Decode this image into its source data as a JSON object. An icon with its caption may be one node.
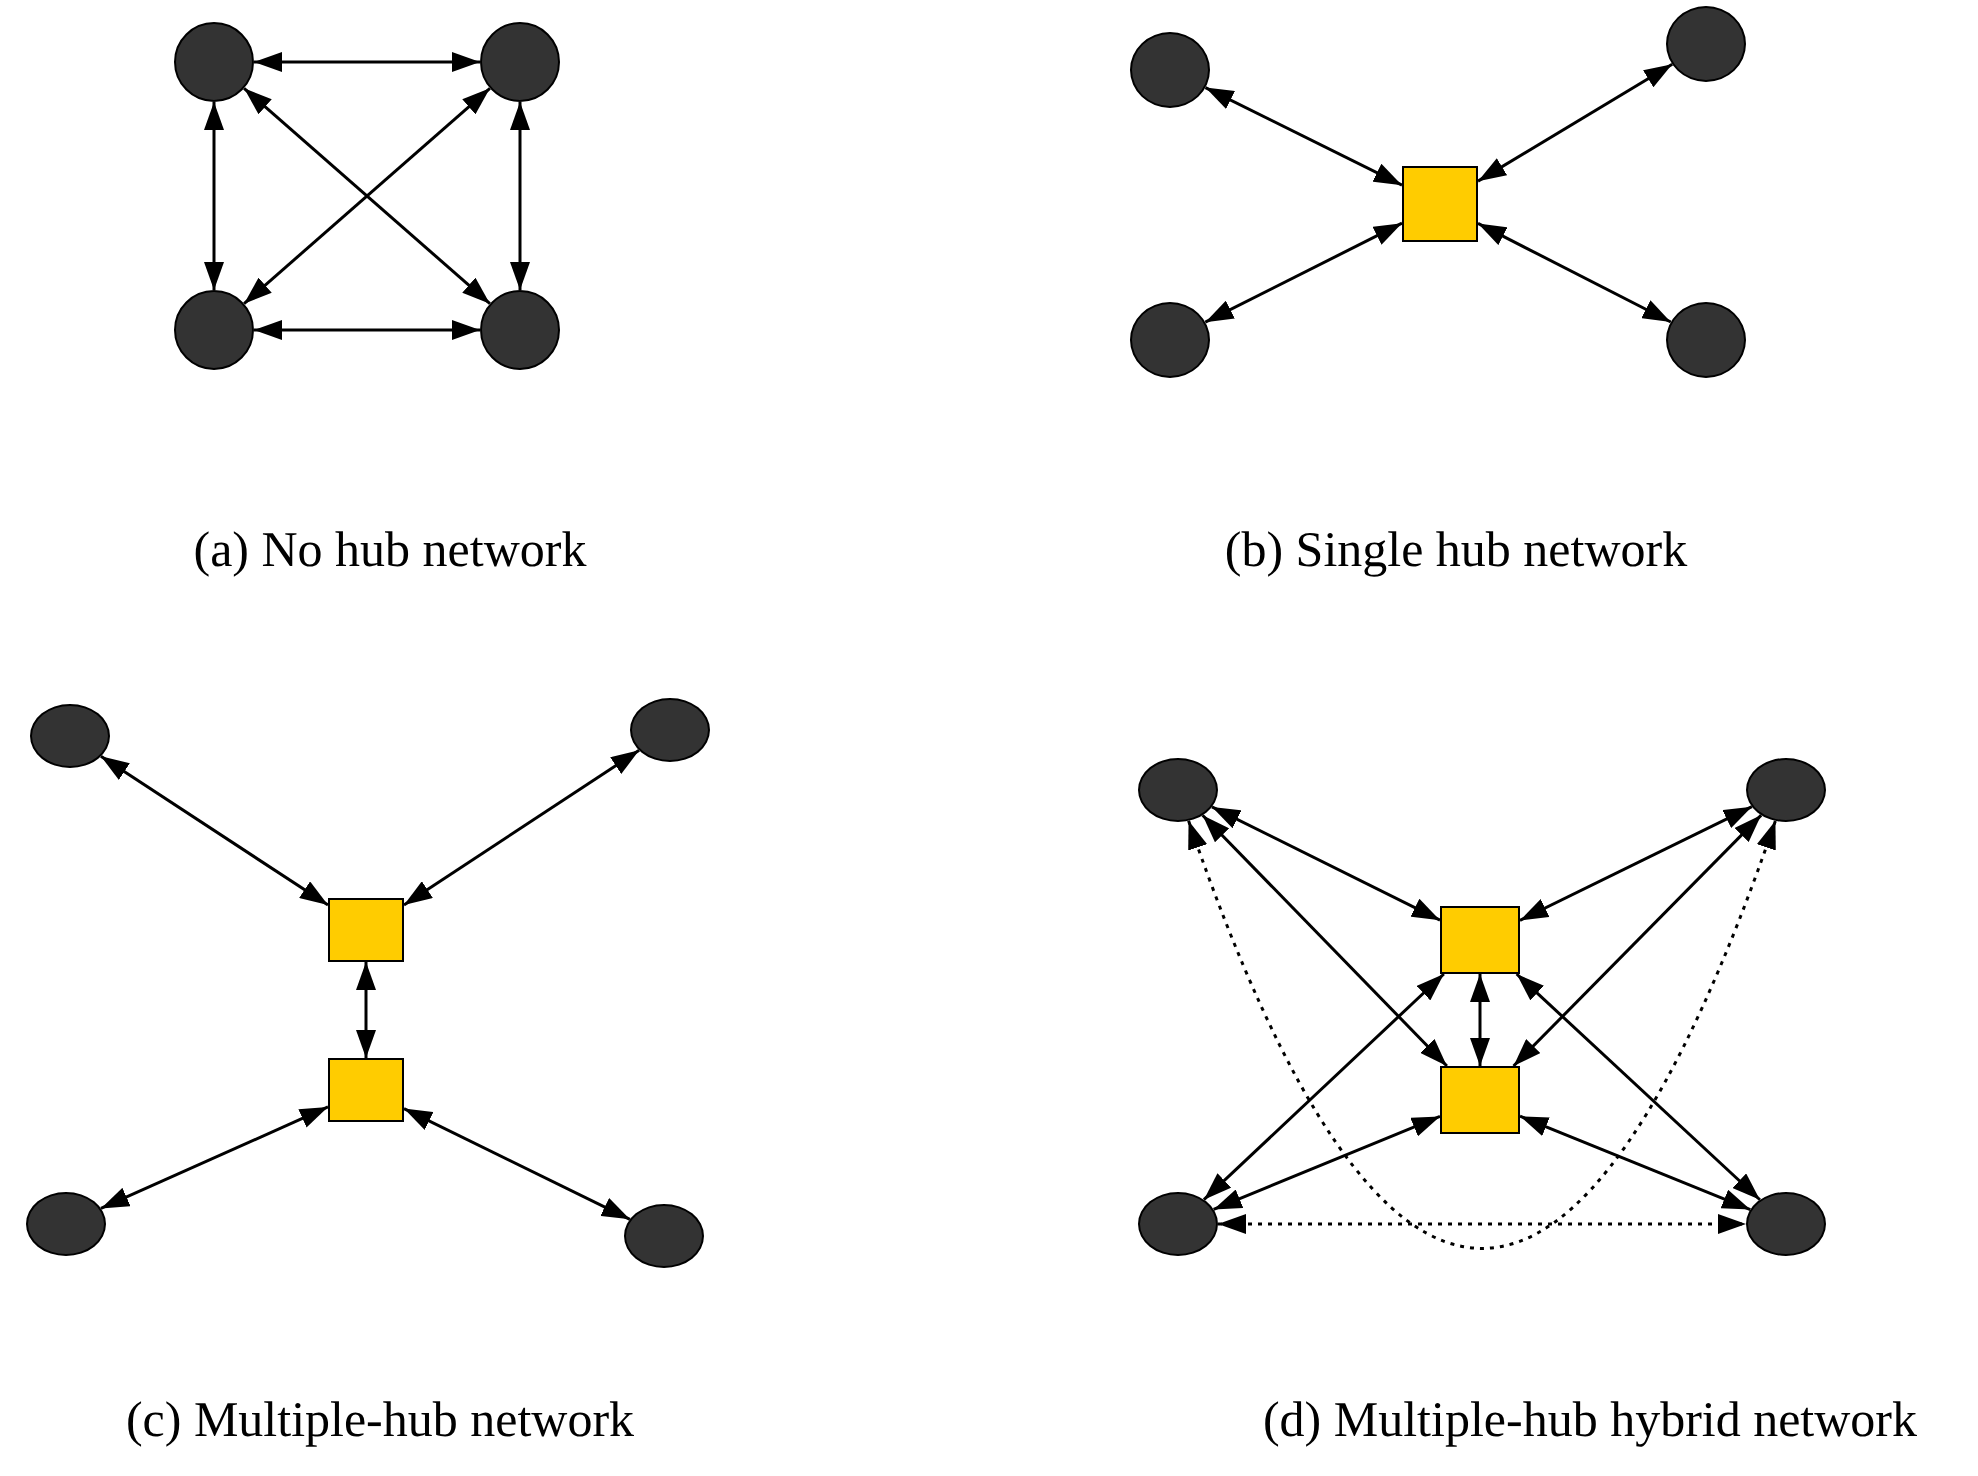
{
  "diagram": {
    "nodes": [
      {
        "text": [],
        "shape": "circle"
      },
      {
        "text": [],
        "shape": "circle"
      },
      {
        "text": [],
        "shape": "circle"
      },
      {
        "text": [],
        "shape": "circle"
      },
      {
        "text": [],
        "shape": "circle"
      },
      {
        "text": [],
        "shape": "circle"
      },
      {
        "text": [],
        "shape": "box"
      },
      {
        "text": [],
        "shape": "circle"
      },
      {
        "text": [],
        "shape": "circle"
      },
      {
        "text": [],
        "shape": "circle"
      },
      {
        "text": [],
        "shape": "circle"
      },
      {
        "text": [],
        "shape": "box"
      },
      {
        "text": [],
        "shape": "box"
      },
      {
        "text": [],
        "shape": "circle"
      },
      {
        "text": [],
        "shape": "circle"
      },
      {
        "text": [],
        "shape": "circle"
      },
      {
        "text": [],
        "shape": "circle"
      },
      {
        "text": [],
        "shape": "box"
      },
      {
        "text": [],
        "shape": "box"
      },
      {
        "text": [],
        "shape": "circle"
      },
      {
        "text": [],
        "shape": "circle"
      }
    ],
    "edges": [
      {
        "from": 0,
        "to": 1,
        "arrow": "both"
      },
      {
        "from": 0,
        "to": 2,
        "arrow": "both"
      },
      {
        "from": 1,
        "to": 3,
        "arrow": "both"
      },
      {
        "from": 2,
        "to": 3,
        "arrow": "both"
      },
      {
        "from": 0,
        "to": 3,
        "arrow": "both"
      },
      {
        "from": 1,
        "to": 2,
        "arrow": "both"
      },
      {
        "from": 4,
        "to": 6,
        "arrow": "both"
      },
      {
        "from": 5,
        "to": 6,
        "arrow": "both"
      },
      {
        "from": 7,
        "to": 6,
        "arrow": "both"
      },
      {
        "from": 8,
        "to": 6,
        "arrow": "both"
      },
      {
        "from": 9,
        "to": 11,
        "arrow": "both"
      },
      {
        "from": 10,
        "to": 11,
        "arrow": "both"
      },
      {
        "from": 11,
        "to": 12,
        "arrow": "both"
      },
      {
        "from": 13,
        "to": 12,
        "arrow": "both"
      },
      {
        "from": 14,
        "to": 12,
        "arrow": "both"
      },
      {
        "from": 15,
        "to": 17,
        "arrow": "both"
      },
      {
        "from": 16,
        "to": 17,
        "arrow": "both"
      },
      {
        "from": 15,
        "to": 18,
        "arrow": "both"
      },
      {
        "from": 16,
        "to": 18,
        "arrow": "both"
      },
      {
        "from": 19,
        "to": 17,
        "arrow": "both"
      },
      {
        "from": 20,
        "to": 17,
        "arrow": "both"
      },
      {
        "from": 19,
        "to": 18,
        "arrow": "both"
      },
      {
        "from": 20,
        "to": 18,
        "arrow": "both"
      },
      {
        "from": 17,
        "to": 18,
        "arrow": "both"
      },
      {
        "from": 15,
        "to": 16,
        "arrow": "both",
        "style": "dashed"
      },
      {
        "from": 19,
        "to": 20,
        "arrow": "both",
        "style": "dashed"
      }
    ],
    "labels": [
      "(a) No hub network",
      "(b) Single hub network",
      "(c) Multiple-hub network",
      "(d) Multiple-hub hybrid network"
    ]
  }
}
